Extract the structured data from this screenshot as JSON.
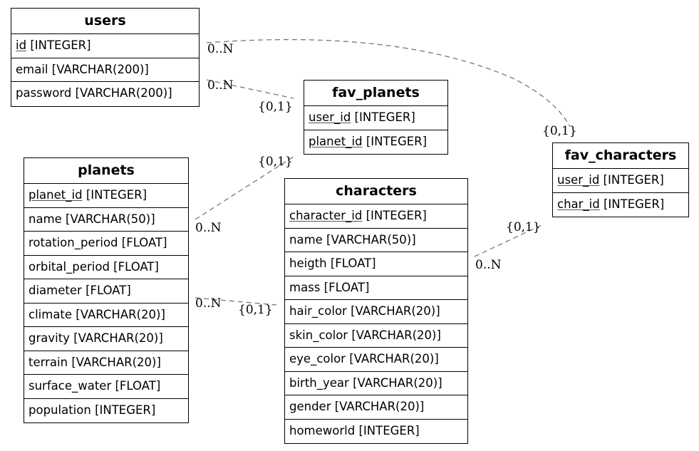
{
  "entities": {
    "users": {
      "name": "users",
      "fields": [
        {
          "key": "id",
          "type": "[INTEGER]"
        },
        {
          "key": "email",
          "type": "[VARCHAR(200)]"
        },
        {
          "key": "password",
          "type": "[VARCHAR(200)]"
        }
      ]
    },
    "fav_planets": {
      "name": "fav_planets",
      "fields": [
        {
          "key": "user_id",
          "type": "[INTEGER]"
        },
        {
          "key": "planet_id",
          "type": "[INTEGER]"
        }
      ]
    },
    "fav_characters": {
      "name": "fav_characters",
      "fields": [
        {
          "key": "user_id",
          "type": "[INTEGER]"
        },
        {
          "key": "char_id",
          "type": "[INTEGER]"
        }
      ]
    },
    "planets": {
      "name": "planets",
      "fields": [
        {
          "key": "planet_id",
          "type": "[INTEGER]"
        },
        {
          "key": "name",
          "type": "[VARCHAR(50)]"
        },
        {
          "key": "rotation_period",
          "type": "[FLOAT]"
        },
        {
          "key": "orbital_period",
          "type": "[FLOAT]"
        },
        {
          "key": "diameter",
          "type": "[FLOAT]"
        },
        {
          "key": "climate",
          "type": "[VARCHAR(20)]"
        },
        {
          "key": "gravity",
          "type": "[VARCHAR(20)]"
        },
        {
          "key": "terrain",
          "type": "[VARCHAR(20)]"
        },
        {
          "key": "surface_water",
          "type": "[FLOAT]"
        },
        {
          "key": "population",
          "type": "[INTEGER]"
        }
      ]
    },
    "characters": {
      "name": "characters",
      "fields": [
        {
          "key": "character_id",
          "type": "[INTEGER]"
        },
        {
          "key": "name",
          "type": "[VARCHAR(50)]"
        },
        {
          "key": "heigth",
          "type": "[FLOAT]"
        },
        {
          "key": "mass",
          "type": "[FLOAT]"
        },
        {
          "key": "hair_color",
          "type": "[VARCHAR(20)]"
        },
        {
          "key": "skin_color",
          "type": "[VARCHAR(20)]"
        },
        {
          "key": "eye_color",
          "type": "[VARCHAR(20)]"
        },
        {
          "key": "birth_year",
          "type": "[VARCHAR(20)]"
        },
        {
          "key": "gender",
          "type": "[VARCHAR(20)]"
        },
        {
          "key": "homeworld",
          "type": "[INTEGER]"
        }
      ]
    }
  },
  "relations": [
    {
      "from": "users",
      "to": "fav_characters",
      "from_card": "0..N",
      "to_card": "{0,1}"
    },
    {
      "from": "users",
      "to": "fav_planets",
      "from_card": "0..N",
      "to_card": "{0,1}"
    },
    {
      "from": "planets",
      "to": "fav_planets",
      "from_card": "0..N",
      "to_card": "{0,1}"
    },
    {
      "from": "planets",
      "to": "characters",
      "from_card": "0..N",
      "to_card": "{0,1}"
    },
    {
      "from": "characters",
      "to": "fav_characters",
      "from_card": "0..N",
      "to_card": "{0,1}"
    }
  ],
  "style": {
    "line_color": "#777777",
    "border_color": "#000000"
  }
}
